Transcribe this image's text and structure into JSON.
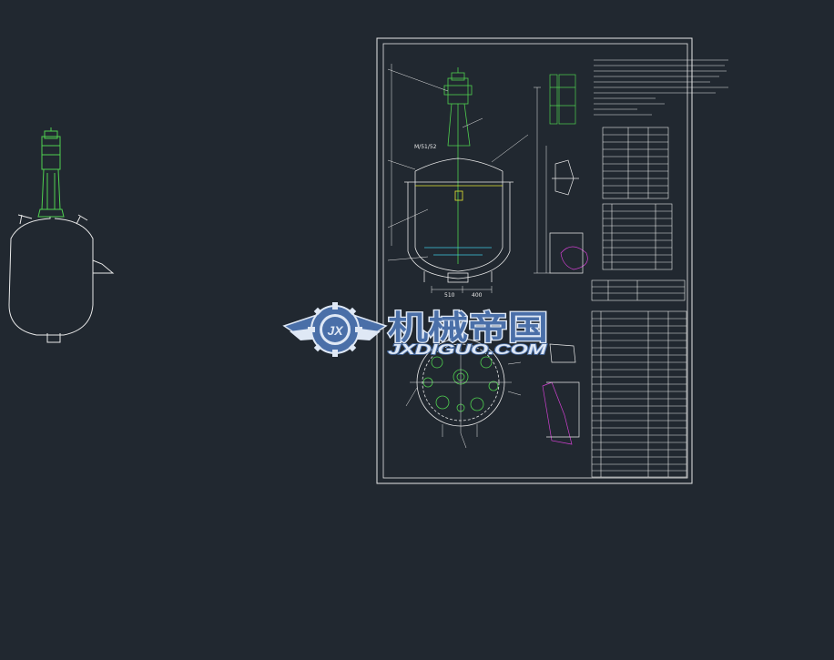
{
  "watermark": {
    "cn_text": "机械帝国",
    "en_text": "JXDIGUO.COM",
    "badge_text": "JX"
  },
  "drawing_labels": {
    "width_a": "510",
    "width_b": "400",
    "code": "M/51/52"
  },
  "colors": {
    "background": "#212830",
    "line_white": "#e8e8e8",
    "line_green": "#4fd04f",
    "line_yellow": "#e6e633",
    "line_magenta": "#d040d0",
    "line_cyan": "#40c8e0",
    "watermark_blue": "#4a6fa8",
    "watermark_light": "#dfe8f5"
  }
}
